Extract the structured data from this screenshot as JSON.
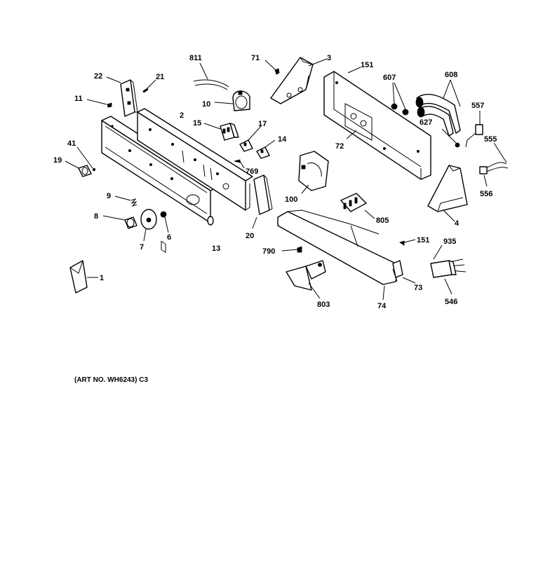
{
  "caption": "(ART NO. WH6243) C3",
  "part_numbers": {
    "p1": "1",
    "p2": "2",
    "p3": "3",
    "p4": "4",
    "p6": "6",
    "p7": "7",
    "p8": "8",
    "p9": "9",
    "p10": "10",
    "p11": "11",
    "p13": "13",
    "p14": "14",
    "p15": "15",
    "p17": "17",
    "p19": "19",
    "p20": "20",
    "p21": "21",
    "p22": "22",
    "p41": "41",
    "p71": "71",
    "p72": "72",
    "p73": "73",
    "p74": "74",
    "p100": "100",
    "p151a": "151",
    "p151b": "151",
    "p546": "546",
    "p555": "555",
    "p556": "556",
    "p557": "557",
    "p607": "607",
    "p608": "608",
    "p627": "627",
    "p769": "769",
    "p790": "790",
    "p803": "803",
    "p805": "805",
    "p811": "811",
    "p935": "935"
  }
}
